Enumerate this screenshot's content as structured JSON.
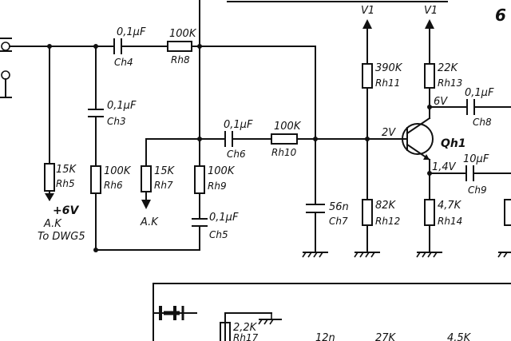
{
  "labels": {
    "page_number": "6",
    "supply_v1_left": "V1",
    "supply_v1_right": "V1",
    "ch4_value": "0,1µF",
    "ch4_ref": "Ch4",
    "rh8_value": "100K",
    "rh8_ref": "Rh8",
    "ch3_value": "0,1µF",
    "ch3_ref": "Ch3",
    "rh5_value": "15K",
    "rh5_ref": "Rh5",
    "rh5_note": "+6V",
    "ak_left": "A.K",
    "to_dwg": "To DWG5",
    "rh6_value": "100K",
    "rh6_ref": "Rh6",
    "ch6_value": "0,1µF",
    "ch6_ref": "Ch6",
    "rh10_value": "100K",
    "rh10_ref": "Rh10",
    "rh7_value": "15K",
    "rh7_ref": "Rh7",
    "ak_mid": "A.K",
    "rh9_value": "100K",
    "rh9_ref": "Rh9",
    "ch5_value": "0,1µF",
    "ch5_ref": "Ch5",
    "ch7_value": "56n",
    "ch7_ref": "Ch7",
    "rh11_value": "390K",
    "rh11_ref": "Rh11",
    "rh12_value": "82K",
    "rh12_ref": "Rh12",
    "base_voltage": "2V",
    "qh1_ref": "Qh1",
    "rh13_value": "22K",
    "rh13_ref": "Rh13",
    "collector_voltage": "6V",
    "ch8_value": "0,1µF",
    "ch8_ref": "Ch8",
    "emitter_voltage": "1,4V",
    "ch9_value": "10µF",
    "ch9_ref": "Ch9",
    "rh14_value": "4,7K",
    "rh14_ref": "Rh14",
    "rh17_value": "2,2K",
    "rh17_ref": "Rh17",
    "bottom_partial_1": "12n",
    "bottom_partial_2": "27K",
    "bottom_partial_3": "4,5K"
  }
}
